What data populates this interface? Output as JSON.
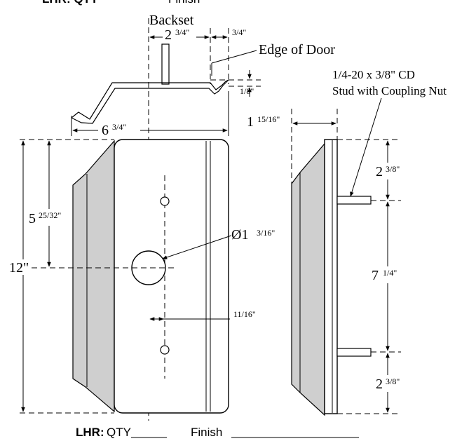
{
  "form_top": {
    "label": "LHR: QTY",
    "finish_label": "Finish"
  },
  "form_bottom": {
    "lhr_label": "LHR:",
    "qty_label": "QTY",
    "qty_blank": "______",
    "finish_label": "Finish",
    "finish_blank": "________________"
  },
  "dims": {
    "backset": "Backset",
    "backset_whole": "2",
    "backset_frac": "3/4\"",
    "edge_offset": "3/4\"",
    "edge_of_door": "Edge of Door",
    "depth_frac": "1/8\"",
    "width_whole": "6",
    "width_frac": "3/4\"",
    "height": "12\"",
    "center_whole": "5",
    "center_frac": "25/32\"",
    "hole_dia": "Ø1",
    "hole_frac": "3/16\"",
    "hole_offset": "11/16\"",
    "side_depth_whole": "1",
    "side_depth_frac": "15/16\"",
    "stud_line1_a": "1/4-20 x ",
    "stud_line1_b": "3/8\" CD",
    "stud_line2": "Stud with Coupling Nut",
    "top_gap_whole": "2",
    "top_gap_frac": "3/8\"",
    "stud_spacing_whole": "7",
    "stud_spacing_frac": "1/4\"",
    "bottom_gap_whole": "2",
    "bottom_gap_frac": "3/8\""
  }
}
